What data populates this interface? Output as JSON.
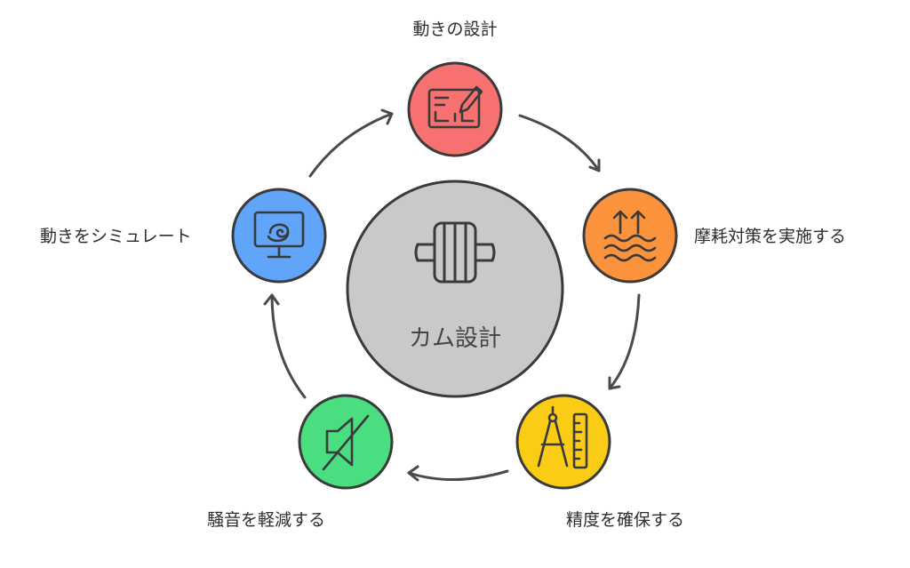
{
  "center": {
    "label": "カム設計",
    "icon": "cam-roller-icon",
    "color": "#c9c9c9"
  },
  "steps": [
    {
      "id": "design",
      "label": "動きの設計",
      "icon": "blueprint-pencil-icon",
      "color": "#f87171"
    },
    {
      "id": "wear",
      "label": "摩耗対策を実施する",
      "icon": "waves-arrows-up-icon",
      "color": "#fb923c"
    },
    {
      "id": "precision",
      "label": "精度を確保する",
      "icon": "compass-ruler-icon",
      "color": "#facc15"
    },
    {
      "id": "noise",
      "label": "騒音を軽減する",
      "icon": "muted-speaker-icon",
      "color": "#4ade80"
    },
    {
      "id": "simulate",
      "label": "動きをシミュレート",
      "icon": "monitor-swirl-icon",
      "color": "#60a5fa"
    }
  ],
  "colors": {
    "stroke": "#3a3a3a",
    "arrow": "#4a4a4a"
  }
}
